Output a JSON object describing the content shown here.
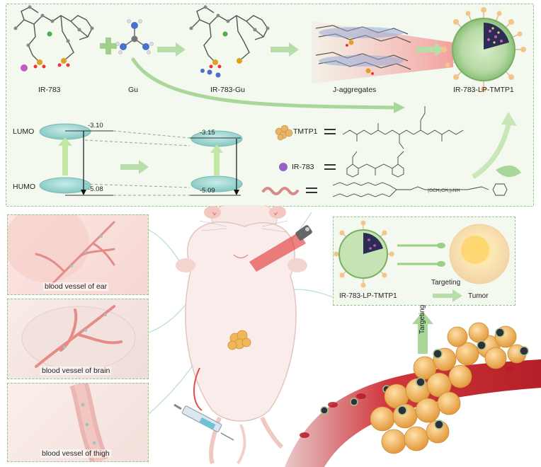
{
  "top": {
    "molecules": {
      "ir783": "IR-783",
      "gu": "Gu",
      "ir783gu": "IR-783-Gu",
      "jagg": "J-aggregates",
      "product": "IR-783-LP-TMTP1"
    },
    "energy": {
      "lumo": "LUMO",
      "humo": "HUMO",
      "left_lumo": "-3.10",
      "left_humo": "-5.08",
      "right_lumo": "-3.15",
      "right_humo": "-5.09"
    },
    "legend": {
      "tmtp1": "TMTP1",
      "ir783": "IR-783"
    }
  },
  "bottom": {
    "panels": {
      "ear": "blood vessel of ear",
      "brain": "blood vessel of brain",
      "thigh": "blood vessel of thigh"
    },
    "targeting_box": {
      "nano": "IR-783-LP-TMTP1",
      "targeting": "Targeting",
      "tumor": "Tumor"
    },
    "vertical_targeting": "Targeting"
  },
  "colors": {
    "panel_border": "#8cc78c",
    "panel_bg": "#f3f9ee",
    "arrow_green": "#a9d79a",
    "disk": "#9fd6d2",
    "tumor": "#f0b75a",
    "vessel": "#c8242c"
  }
}
